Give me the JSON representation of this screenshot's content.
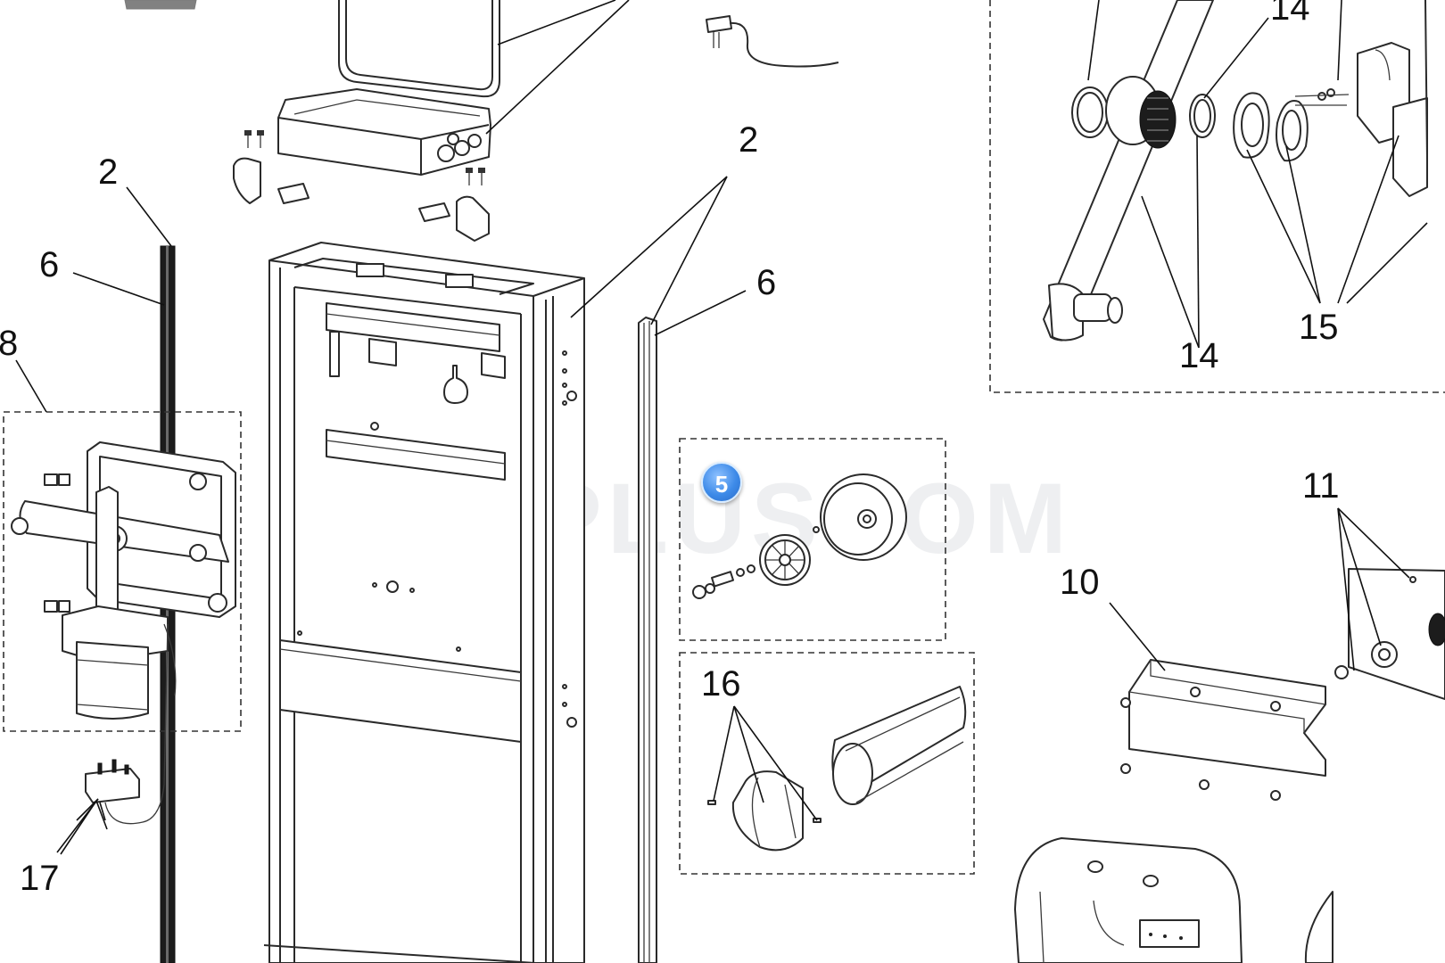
{
  "callouts": {
    "c2_left": "2",
    "c6_left": "6",
    "c8": "8",
    "c17": "17",
    "c2_right": "2",
    "c6_right": "6",
    "c16": "16",
    "c14_top": "14",
    "c14_bottom": "14",
    "c15": "15",
    "c10": "10",
    "c11": "11"
  },
  "badge": {
    "number": "5",
    "color": "#3d8ae8"
  },
  "watermark": {
    "text": "PLUSCOM"
  }
}
